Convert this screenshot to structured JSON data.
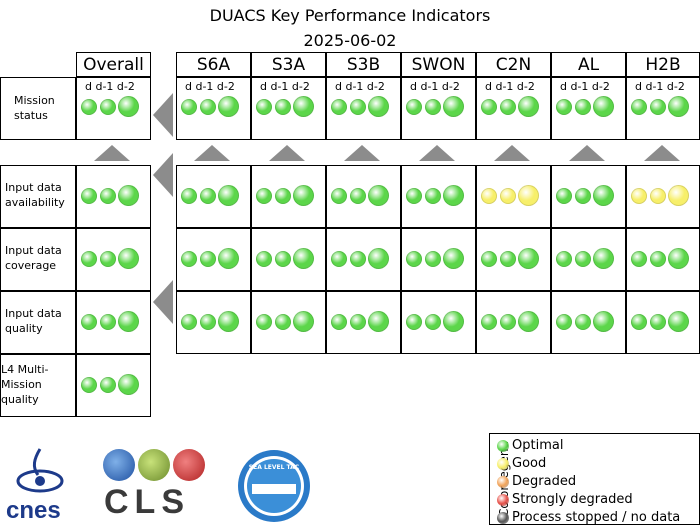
{
  "header": {
    "title": "DUACS Key Performance Indicators",
    "date": "2025-06-02"
  },
  "columns": [
    "Overall",
    "S6A",
    "S3A",
    "S3B",
    "SWON",
    "C2N",
    "AL",
    "H2B"
  ],
  "day_labels": [
    "d",
    "d-1",
    "d-2"
  ],
  "rows": [
    {
      "label": "Mission status",
      "statuses": [
        "optimal",
        "optimal",
        "optimal",
        "optimal",
        "optimal",
        "optimal",
        "optimal",
        "optimal"
      ]
    },
    {
      "label": "Input data availability",
      "statuses": [
        "optimal",
        "optimal",
        "optimal",
        "optimal",
        "optimal",
        "good",
        "optimal",
        "good"
      ]
    },
    {
      "label": "Input data coverage",
      "statuses": [
        "optimal",
        "optimal",
        "optimal",
        "optimal",
        "optimal",
        "optimal",
        "optimal",
        "optimal"
      ]
    },
    {
      "label": "Input data quality",
      "statuses": [
        "optimal",
        "optimal",
        "optimal",
        "optimal",
        "optimal",
        "optimal",
        "optimal",
        "optimal"
      ]
    },
    {
      "label": "L4 Multi-Mission quality",
      "statuses": [
        "optimal"
      ]
    }
  ],
  "legend": {
    "title": "Color legend",
    "items": [
      {
        "key": "optimal",
        "label": "Optimal",
        "color": "#5cd64a"
      },
      {
        "key": "good",
        "label": "Good",
        "color": "#f7ef6a"
      },
      {
        "key": "degraded",
        "label": "Degraded",
        "color": "#f2a45a"
      },
      {
        "key": "strongly_degraded",
        "label": "Strongly degraded",
        "color": "#e8524a"
      },
      {
        "key": "stopped",
        "label": "Process stopped / no data",
        "color": "#555555"
      }
    ]
  },
  "logos": {
    "cnes": "cnes",
    "cls": "CLS",
    "seal": "SEA LEVEL TAC"
  },
  "colors": {
    "arrow": "#8c8c8c"
  }
}
